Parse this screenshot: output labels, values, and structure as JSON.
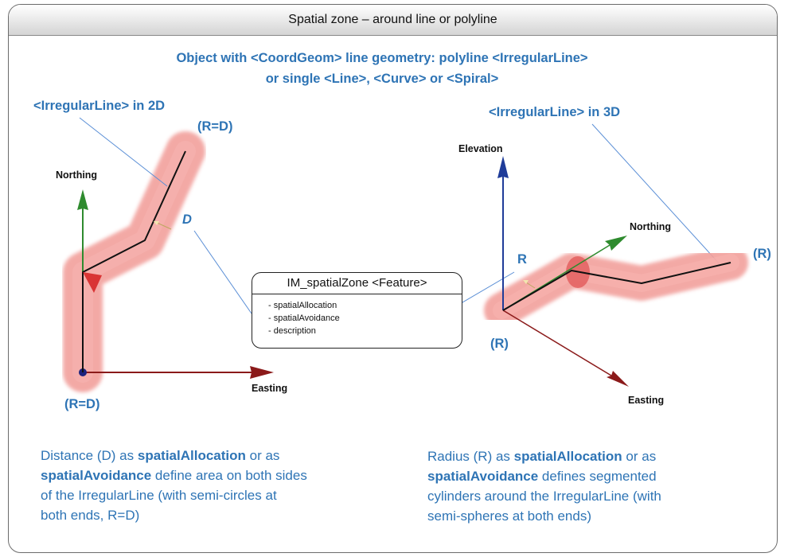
{
  "title": "Spatial zone – around line or polyline",
  "heading": {
    "line1": "Object with <CoordGeom>  line geometry: polyline <IrregularLine>",
    "line2": "or single <Line>, <Curve>  or <Spiral>"
  },
  "left_diagram": {
    "label": "<IrregularLine>  in 2D",
    "end_label_top": "(R=D)",
    "end_label_bottom": "(R=D)",
    "distance_label": "D",
    "axis_north": "Northing",
    "axis_east": "Easting"
  },
  "right_diagram": {
    "label": "<IrregularLine>  in 3D",
    "end_label_right": "(R)",
    "end_label_left": "(R)",
    "radius_label": "R",
    "axis_elevation": "Elevation",
    "axis_north": "Northing",
    "axis_east": "Easting"
  },
  "uml": {
    "title": "IM_spatialZone <Feature>",
    "attributes": [
      "- spatialAllocation",
      "- spatialAvoidance",
      "- description"
    ]
  },
  "left_description": {
    "l1_pre": "Distance (D) as ",
    "l1_bold": "spatialAllocation",
    "l1_post": "  or as",
    "l2_bold": "spatialAvoidance",
    "l2_post": "  define area on both sides",
    "l3": "of the IrregularLine  (with semi-circles at",
    "l4": "both ends, R=D)"
  },
  "right_description": {
    "l1_pre": "Radius (R) as ",
    "l1_bold": "spatialAllocation",
    "l1_post": "  or as",
    "l2_bold": "spatialAvoidance",
    "l2_post": "   defines segmented",
    "l3": "cylinders around the IrregularLine   (with",
    "l4": "semi-spheres  at both ends)"
  },
  "colors": {
    "label_blue": "#2e74b5",
    "zone_fill": "#f08b87",
    "north_axis": "#2e8b2e",
    "east_axis": "#8b1a1a",
    "elevation_axis": "#1f3c99"
  }
}
